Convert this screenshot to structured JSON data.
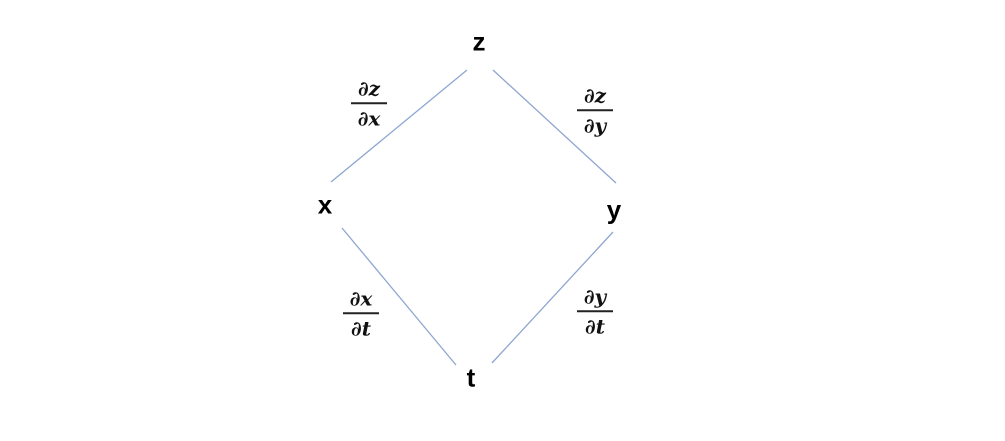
{
  "nodes": {
    "z": "z",
    "x": "x",
    "y": "y",
    "t": "t"
  },
  "edge_labels": [
    {
      "num": "∂z",
      "den": "∂x"
    },
    {
      "num": "∂z",
      "den": "∂y"
    },
    {
      "num": "∂x",
      "den": "∂t"
    },
    {
      "num": "∂y",
      "den": "∂t"
    }
  ],
  "colors": {
    "edge": "#8ea6d0",
    "text": "#000000"
  }
}
